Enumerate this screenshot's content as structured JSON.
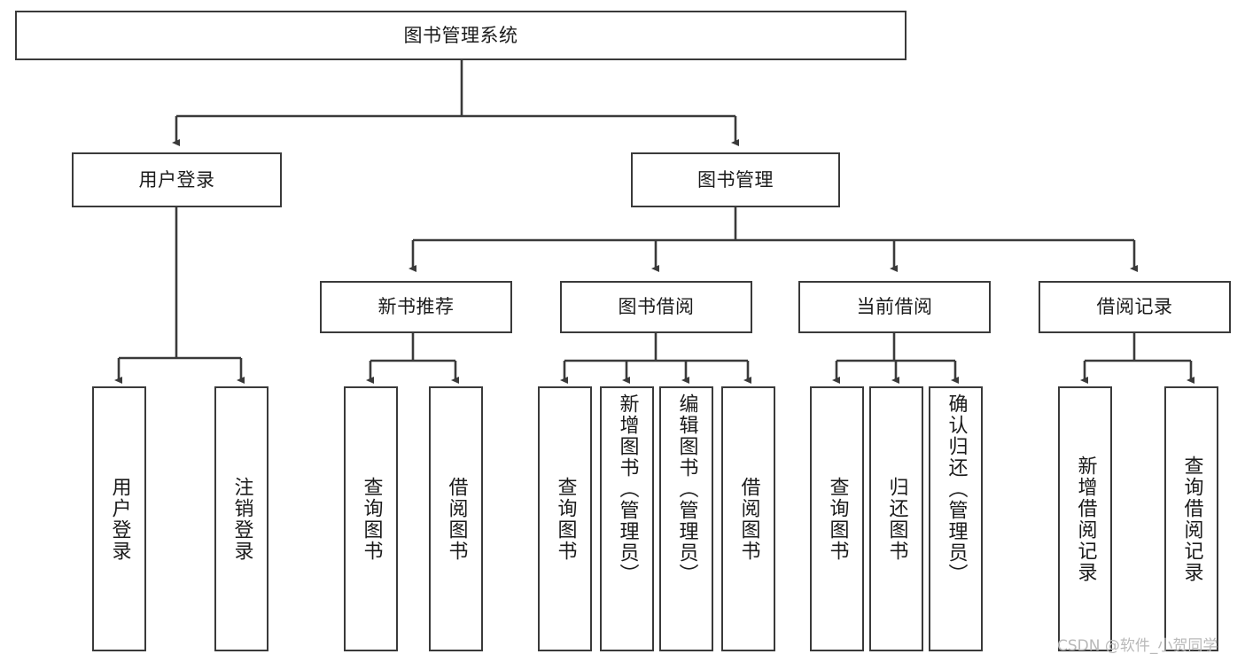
{
  "diagram": {
    "title": "图书管理系统",
    "root": {
      "id": "root",
      "label": "图书管理系统"
    },
    "level2": [
      {
        "id": "user-login",
        "label": "用户登录"
      },
      {
        "id": "book-manage",
        "label": "图书管理"
      }
    ],
    "level3": [
      {
        "id": "new-book-rec",
        "label": "新书推荐"
      },
      {
        "id": "book-borrow",
        "label": "图书借阅"
      },
      {
        "id": "current-borrow",
        "label": "当前借阅"
      },
      {
        "id": "borrow-record",
        "label": "借阅记录"
      }
    ],
    "leaves": [
      {
        "id": "leaf-user-login",
        "label": "用户登录",
        "parent": "user-login"
      },
      {
        "id": "leaf-user-logout",
        "label": "注销登录",
        "parent": "user-login"
      },
      {
        "id": "leaf-query-book-1",
        "label": "查询图书",
        "parent": "new-book-rec"
      },
      {
        "id": "leaf-borrow-book-1",
        "label": "借阅图书",
        "parent": "new-book-rec"
      },
      {
        "id": "leaf-query-book-2",
        "label": "查询图书",
        "parent": "book-borrow"
      },
      {
        "id": "leaf-add-book",
        "label": "新增图书（管理员）",
        "parent": "book-borrow"
      },
      {
        "id": "leaf-edit-book",
        "label": "编辑图书（管理员）",
        "parent": "book-borrow"
      },
      {
        "id": "leaf-borrow-book-2",
        "label": "借阅图书",
        "parent": "book-borrow"
      },
      {
        "id": "leaf-query-book-3",
        "label": "查询图书",
        "parent": "current-borrow"
      },
      {
        "id": "leaf-return-book",
        "label": "归还图书",
        "parent": "current-borrow"
      },
      {
        "id": "leaf-confirm-return",
        "label": "确认归还（管理员）",
        "parent": "current-borrow"
      },
      {
        "id": "leaf-add-record",
        "label": "新增借阅记录",
        "parent": "borrow-record"
      },
      {
        "id": "leaf-query-record",
        "label": "查询借阅记录",
        "parent": "borrow-record"
      }
    ],
    "watermark": "CSDN @软件_小贺同学",
    "colors": {
      "stroke": "#3a3a3a",
      "fill": "#ffffff",
      "text": "#1b1b1b",
      "watermark": "#b9b9b9",
      "background": "#ffffff"
    }
  }
}
